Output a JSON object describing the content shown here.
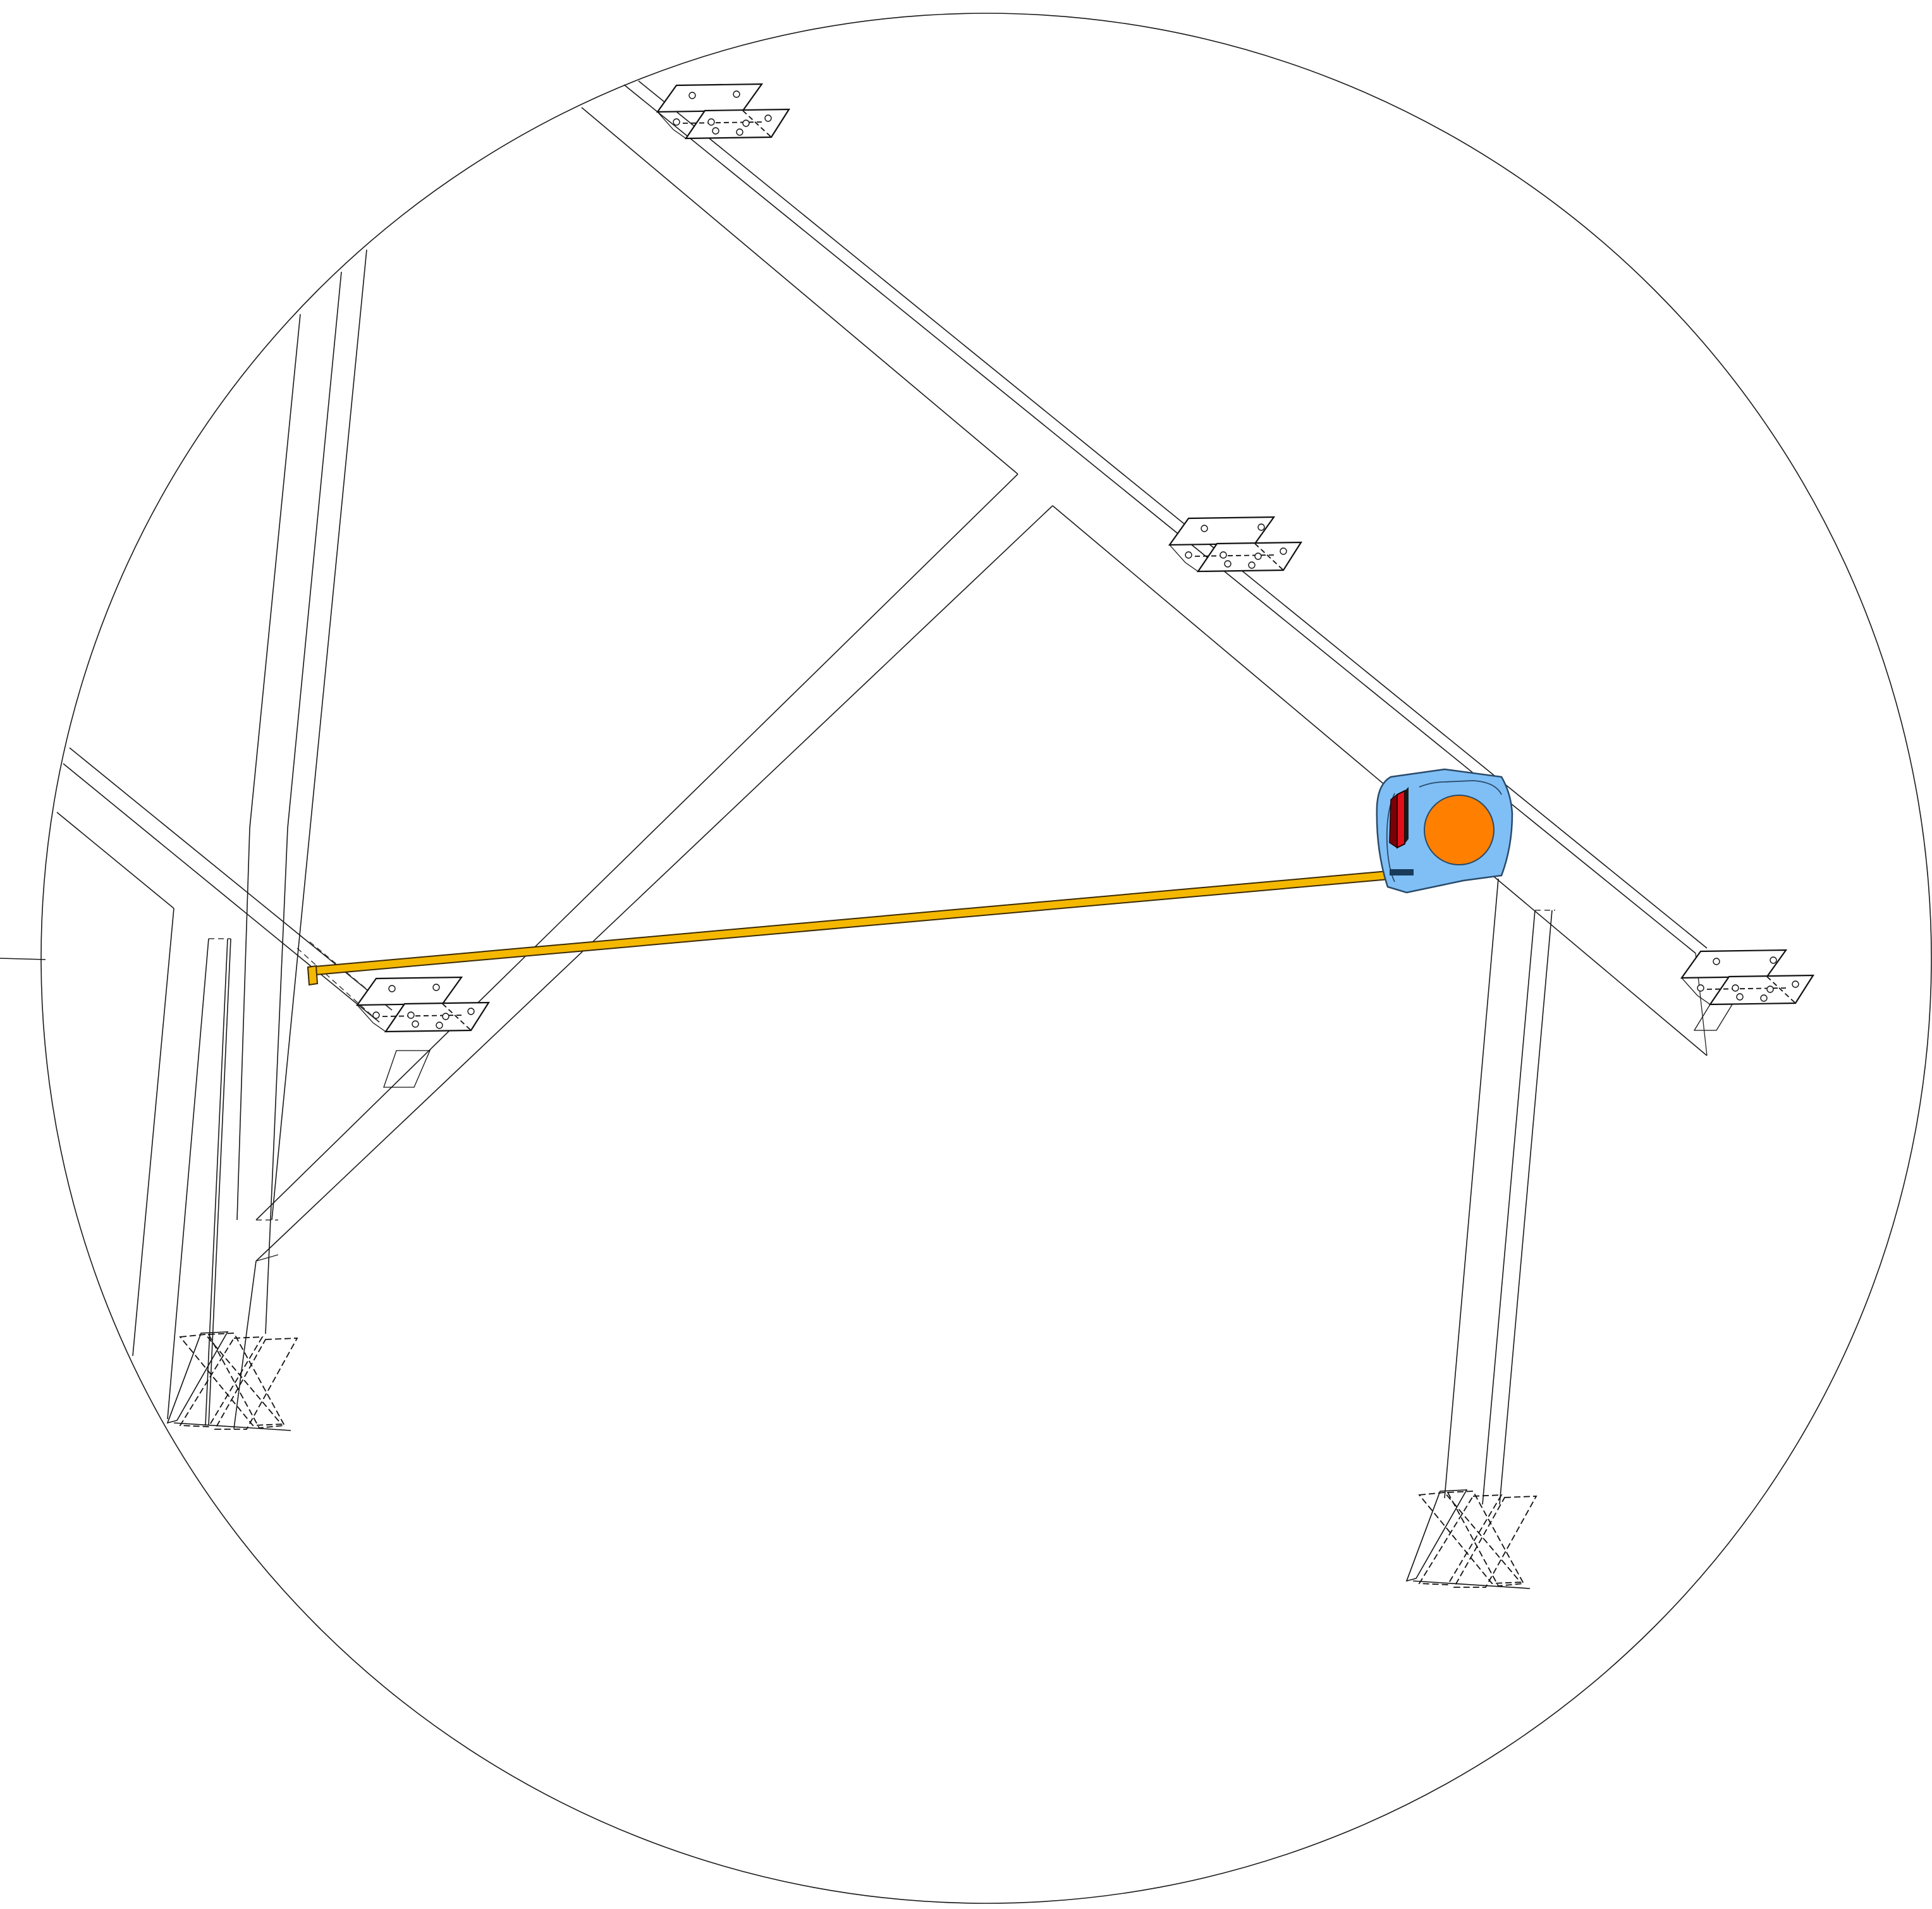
{
  "scene": {
    "kind": "isometric-frame-detail",
    "background": "#ffffff",
    "line_color": "#1a1a1a"
  },
  "tape_measure": {
    "body_color": "#7fbff5",
    "body_stroke": "#2a4a6a",
    "dial_color": "#ff8000",
    "button_color": "#e0101a",
    "blade_color": "#f5b800",
    "blade_edge_color": "#3a2a00"
  },
  "components": {
    "brackets": [
      {
        "name": "bracket-top",
        "icon": "angle-bracket-icon"
      },
      {
        "name": "bracket-middle",
        "icon": "angle-bracket-icon"
      },
      {
        "name": "bracket-right",
        "icon": "angle-bracket-icon"
      },
      {
        "name": "bracket-left",
        "icon": "angle-bracket-icon"
      }
    ],
    "feet": [
      {
        "name": "foot-left",
        "icon": "cross-brace-foot-icon"
      },
      {
        "name": "foot-right",
        "icon": "cross-brace-foot-icon"
      }
    ]
  }
}
